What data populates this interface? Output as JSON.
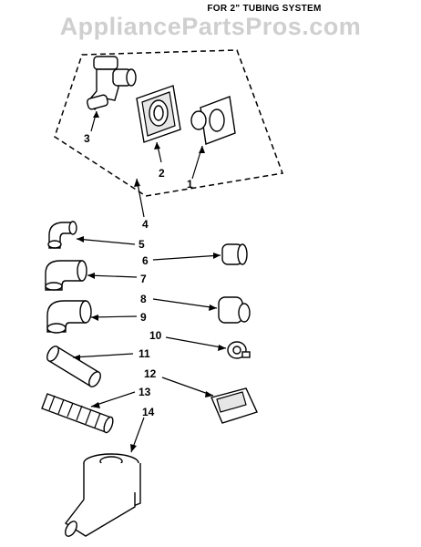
{
  "header": {
    "title": "FOR 2\" TUBING SYSTEM"
  },
  "watermark": {
    "text": "AppliancePartsPros.com"
  },
  "callouts": [
    "1",
    "2",
    "3",
    "4",
    "5",
    "6",
    "7",
    "8",
    "9",
    "10",
    "11",
    "12",
    "13",
    "14"
  ]
}
